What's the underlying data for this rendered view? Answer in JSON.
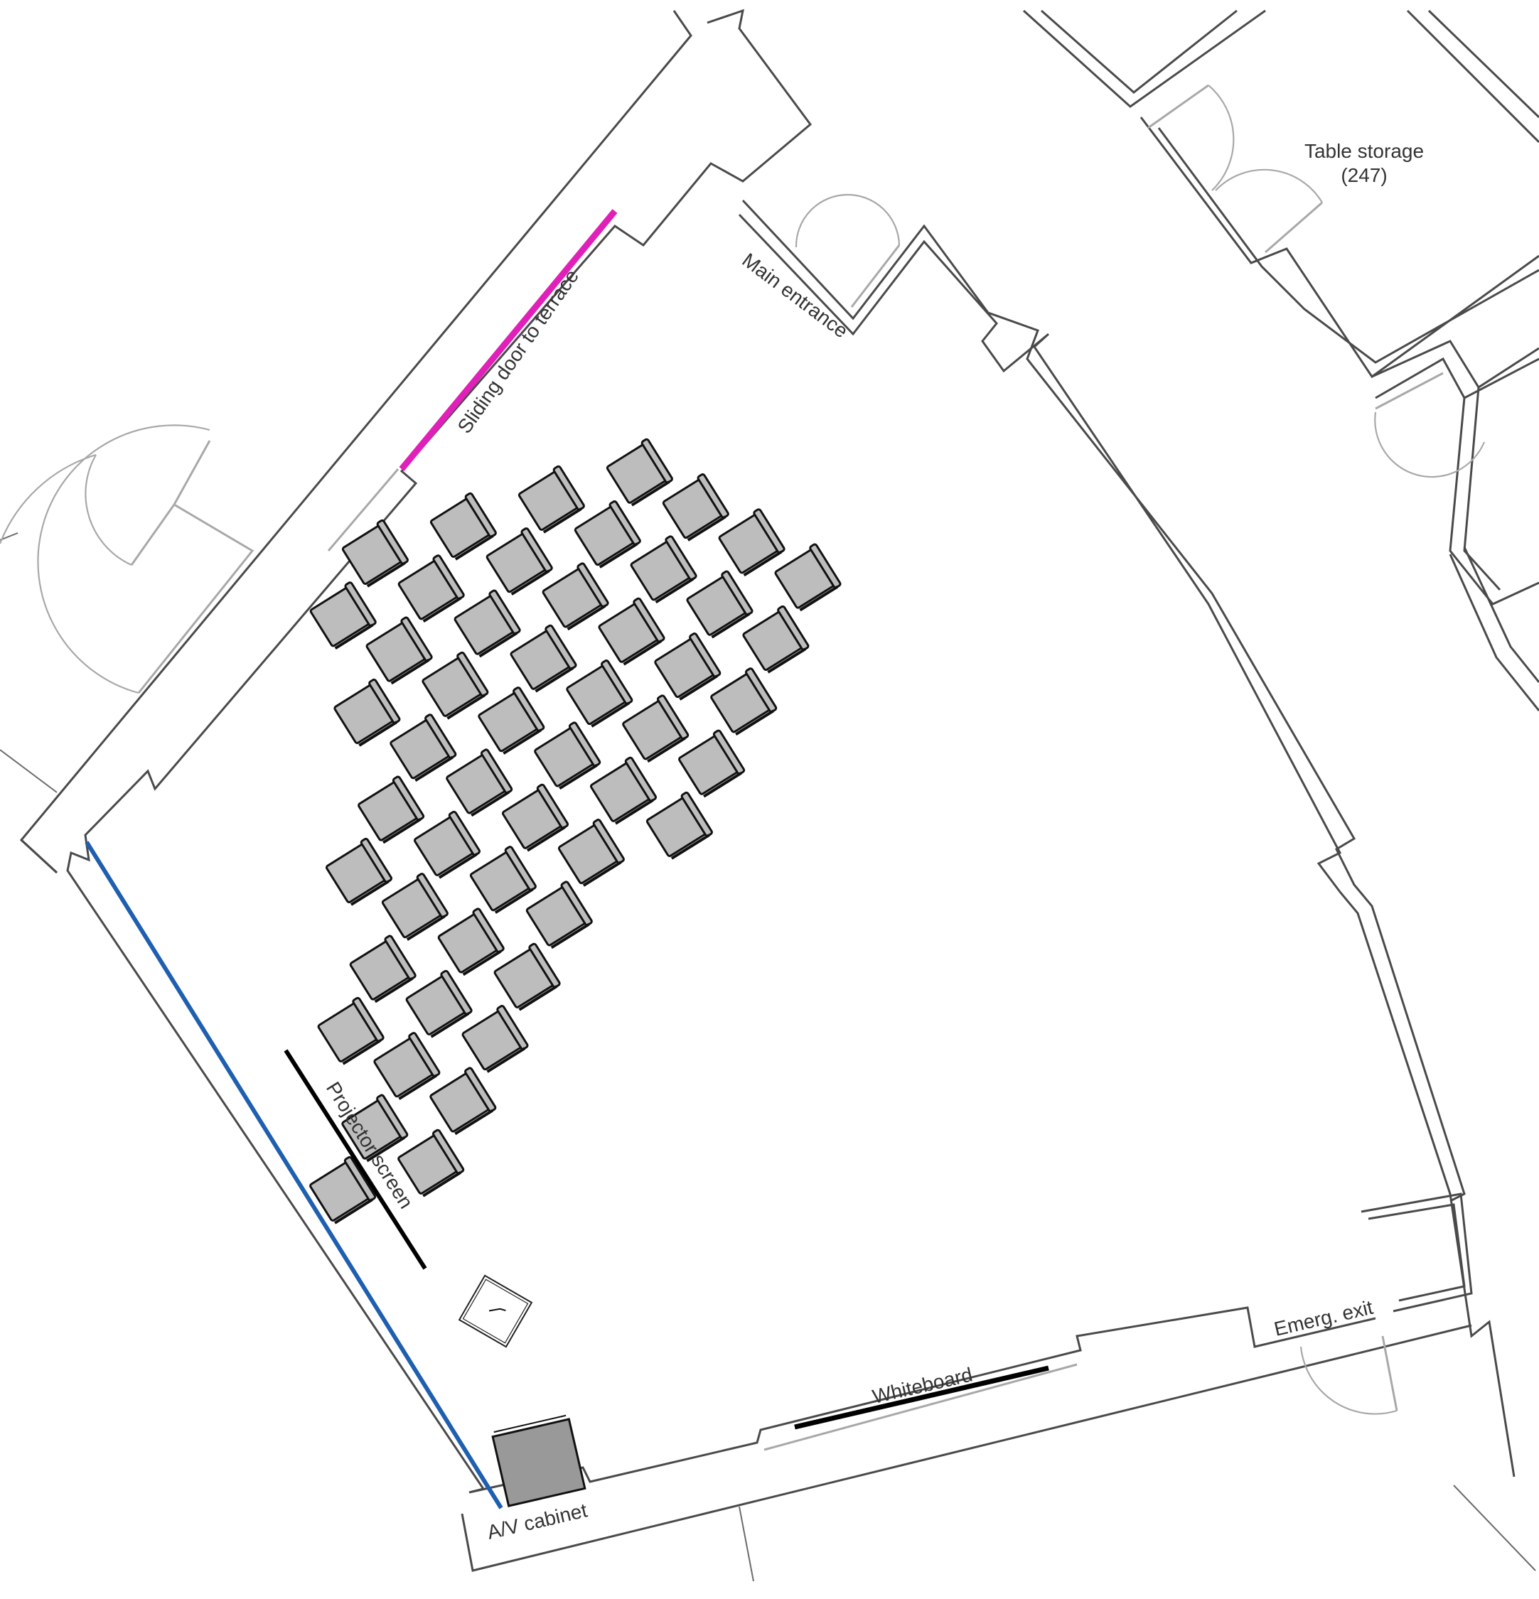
{
  "labels": {
    "table_storage": "Table storage",
    "table_storage_number": "(247)",
    "main_entrance": "Main entrance",
    "sliding_door": "Sliding door to terrace",
    "projector_screen": "Projector screen",
    "whiteboard": "Whiteboard",
    "emergency_exit": "Emerg. exit",
    "av_cabinet": "A/V cabinet"
  },
  "colors": {
    "sliding_door": "#e020b8",
    "window_wall": "#1f5fb0",
    "whiteboard": "#000000",
    "projector_screen": "#000000",
    "chair_fill": "#bdbdbd",
    "av_cabinet_fill": "#999999"
  }
}
